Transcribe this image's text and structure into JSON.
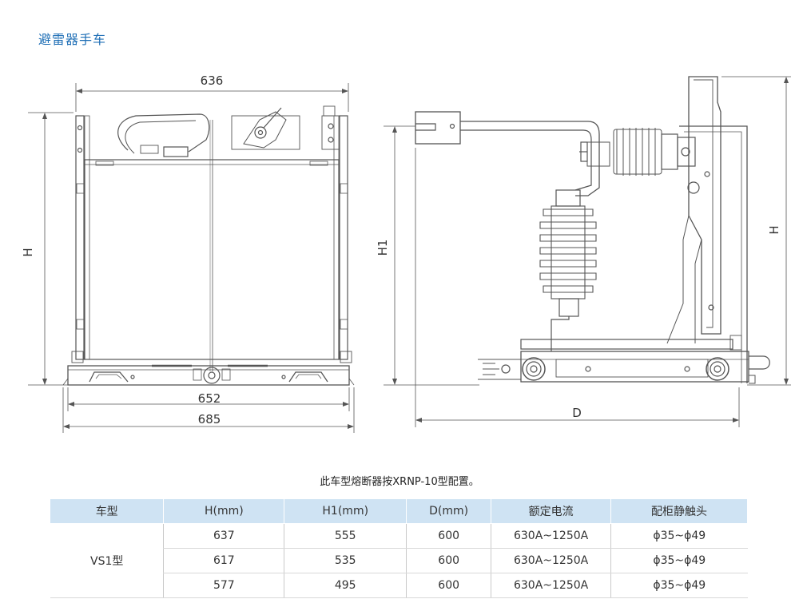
{
  "title": "避雷器手车",
  "left_view": {
    "dim_top": "636",
    "dim_h": "H",
    "dim_bottom1": "652",
    "dim_bottom2": "685"
  },
  "right_view": {
    "dim_h1": "H1",
    "dim_h": "H",
    "dim_d": "D"
  },
  "note": "此车型熔断器按XRNP-10型配置。",
  "table": {
    "headers": [
      "车型",
      "H(mm)",
      "H1(mm)",
      "D(mm)",
      "额定电流",
      "配柜静触头"
    ],
    "model": "VS1型",
    "rows": [
      [
        "637",
        "555",
        "600",
        "630A~1250A",
        "ϕ35~ϕ49"
      ],
      [
        "617",
        "535",
        "600",
        "630A~1250A",
        "ϕ35~ϕ49"
      ],
      [
        "577",
        "495",
        "600",
        "630A~1250A",
        "ϕ35~ϕ49"
      ]
    ]
  },
  "colors": {
    "title": "#1f6fb6",
    "header_bg": "#cfe3f3",
    "line": "#555555"
  }
}
